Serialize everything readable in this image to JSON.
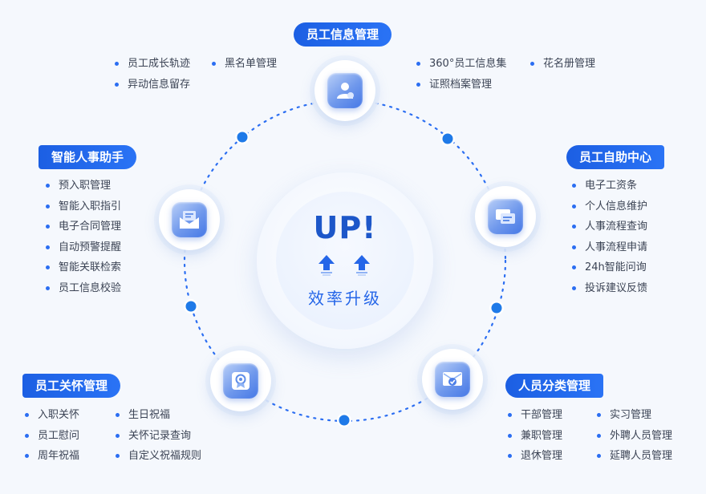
{
  "colors": {
    "accent": "#1f62e6",
    "node_dot": "#1f7ae8",
    "text": "#3b4354"
  },
  "center": {
    "headline": "UP!",
    "subtitle": "效率升级",
    "icon": "double-up-arrow-icon"
  },
  "modules": [
    {
      "title": "员工信息管理",
      "icon": "user-info-icon",
      "items": [
        "员工成长轨迹",
        "黑名单管理",
        "异动信息留存",
        "360°员工信息集",
        "花名册管理",
        "证照档案管理"
      ]
    },
    {
      "title": "员工自助中心",
      "icon": "chat-cards-icon",
      "items": [
        "电子工资条",
        "个人信息维护",
        "人事流程查询",
        "人事流程申请",
        "24h智能问询",
        "投诉建议反馈"
      ]
    },
    {
      "title": "人员分类管理",
      "icon": "envelope-check-icon",
      "items": [
        "干部管理",
        "兼职管理",
        "退休管理",
        "实习管理",
        "外聘人员管理",
        "延聘人员管理"
      ]
    },
    {
      "title": "员工关怀管理",
      "icon": "award-medal-icon",
      "items": [
        "入职关怀",
        "员工慰问",
        "周年祝福",
        "生日祝福",
        "关怀记录查询",
        "自定义祝福规则"
      ]
    },
    {
      "title": "智能人事助手",
      "icon": "mail-open-icon",
      "items": [
        "预入职管理",
        "智能入职指引",
        "电子合同管理",
        "自动预警提醒",
        "智能关联检索",
        "员工信息校验"
      ]
    }
  ]
}
